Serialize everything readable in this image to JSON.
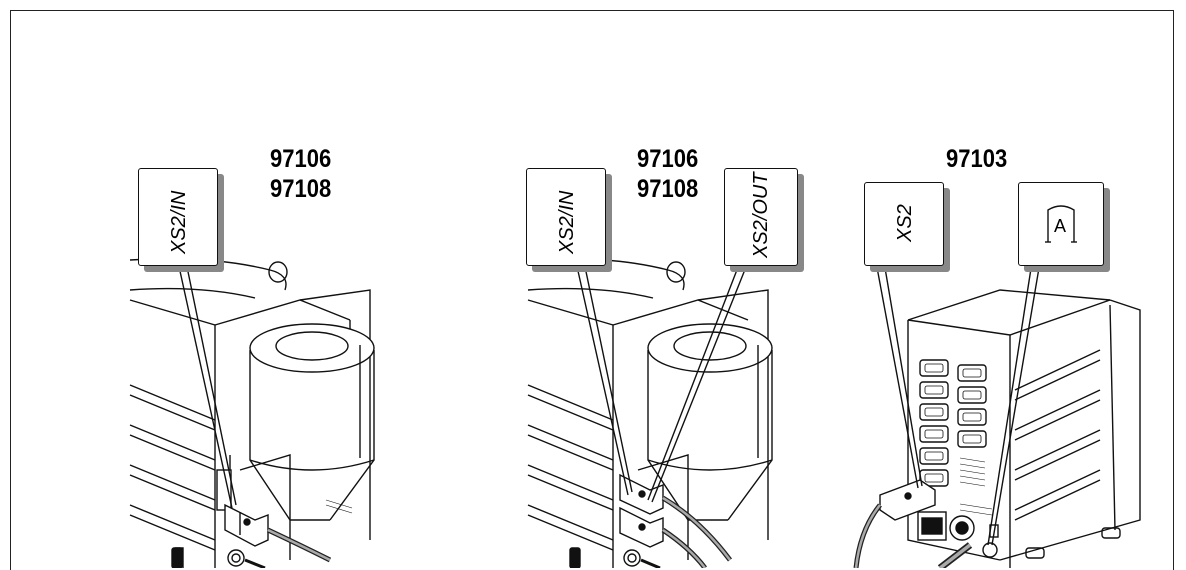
{
  "panels": [
    {
      "models": [
        "97106",
        "97108"
      ],
      "tags": [
        "XS2/IN"
      ]
    },
    {
      "models": [
        "97106",
        "97108"
      ],
      "tags": [
        "XS2/IN",
        "XS2/OUT"
      ]
    },
    {
      "models": [
        "97103"
      ],
      "tags": [
        "XS2",
        "A"
      ]
    }
  ],
  "colors": {
    "line": "#111111",
    "shadow": "#888888",
    "background": "#ffffff"
  }
}
